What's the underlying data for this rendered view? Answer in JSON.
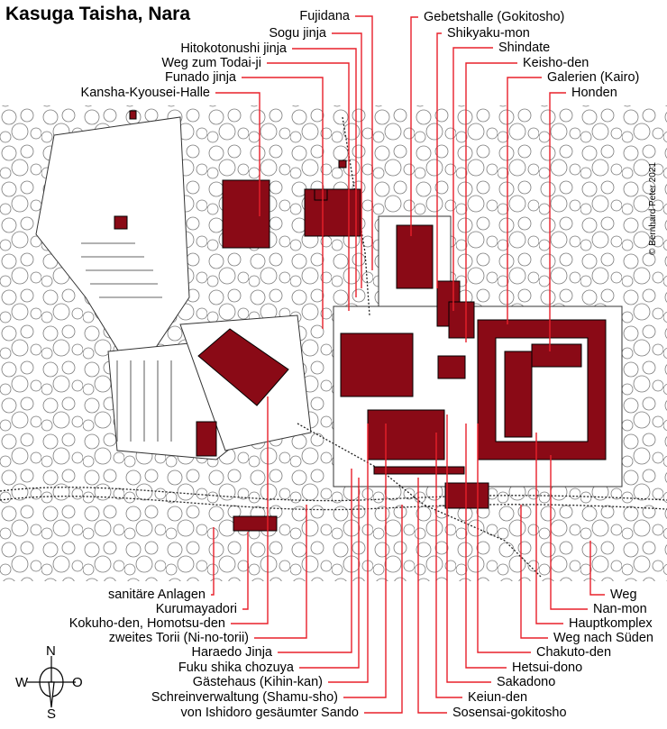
{
  "title": "Kasuga Taisha, Nara",
  "credit": "© Bernhard Peter 2021",
  "colors": {
    "building": "#8a0a16",
    "leader": "#e8202a",
    "trees": "#8c8c8c"
  },
  "compass": {
    "n": "N",
    "s": "S",
    "w": "W",
    "e": "O"
  },
  "labels_top": [
    "Fujidana",
    "Sogu jinja",
    "Hitokotonushi jinja",
    "Weg zum Todai-ji",
    "Funado jinja",
    "Kansha-Kyousei-Halle",
    "Gebetshalle (Gokitosho)",
    "Shikyaku-mon",
    "Shindate",
    "Keisho-den",
    "Galerien (Kairo)",
    "Honden"
  ],
  "labels_bottom": [
    "sanitäre Anlagen",
    "Kurumayadori",
    "Kokuho-den, Homotsu-den",
    "zweites Torii (Ni-no-torii)",
    "Haraedo Jinja",
    "Fuku shika chozuya",
    "Gästehaus (Kihin-kan)",
    "Schreinverwaltung (Shamu-sho)",
    "von Ishidoro gesäumter Sando",
    "Weg",
    "Nan-mon",
    "Hauptkomplex",
    "Weg nach Süden",
    "Chakuto-den",
    "Hetsui-dono",
    "Sakadono",
    "Keiun-den",
    "Sosensai-gokitosho"
  ]
}
